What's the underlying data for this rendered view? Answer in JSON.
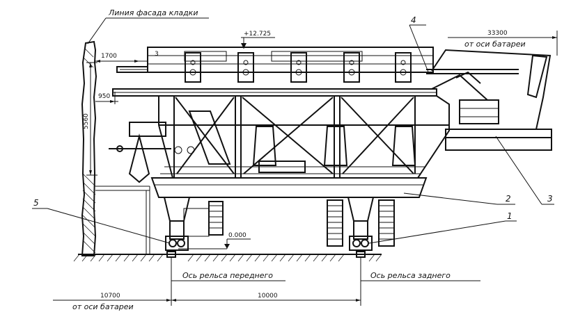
{
  "labels": {
    "facade_line": "Линия фасада кладки",
    "front_rail_axis": "Ось рельса переднего",
    "rear_rail_axis": "Ось рельса заднего"
  },
  "dimensions": {
    "elevation_top": "+12.725",
    "elevation_zero": "0.000",
    "right_distance": "33300",
    "right_distance_note": "от оси батареи",
    "left_distance": "10700",
    "left_distance_note": "от оси батареи",
    "rail_span": "10000",
    "top_offset": "1700",
    "mid_offset": "950",
    "height": "5560"
  },
  "callouts": [
    "1",
    "2",
    "3",
    "4",
    "5"
  ],
  "marks": {
    "small_3": "3"
  }
}
